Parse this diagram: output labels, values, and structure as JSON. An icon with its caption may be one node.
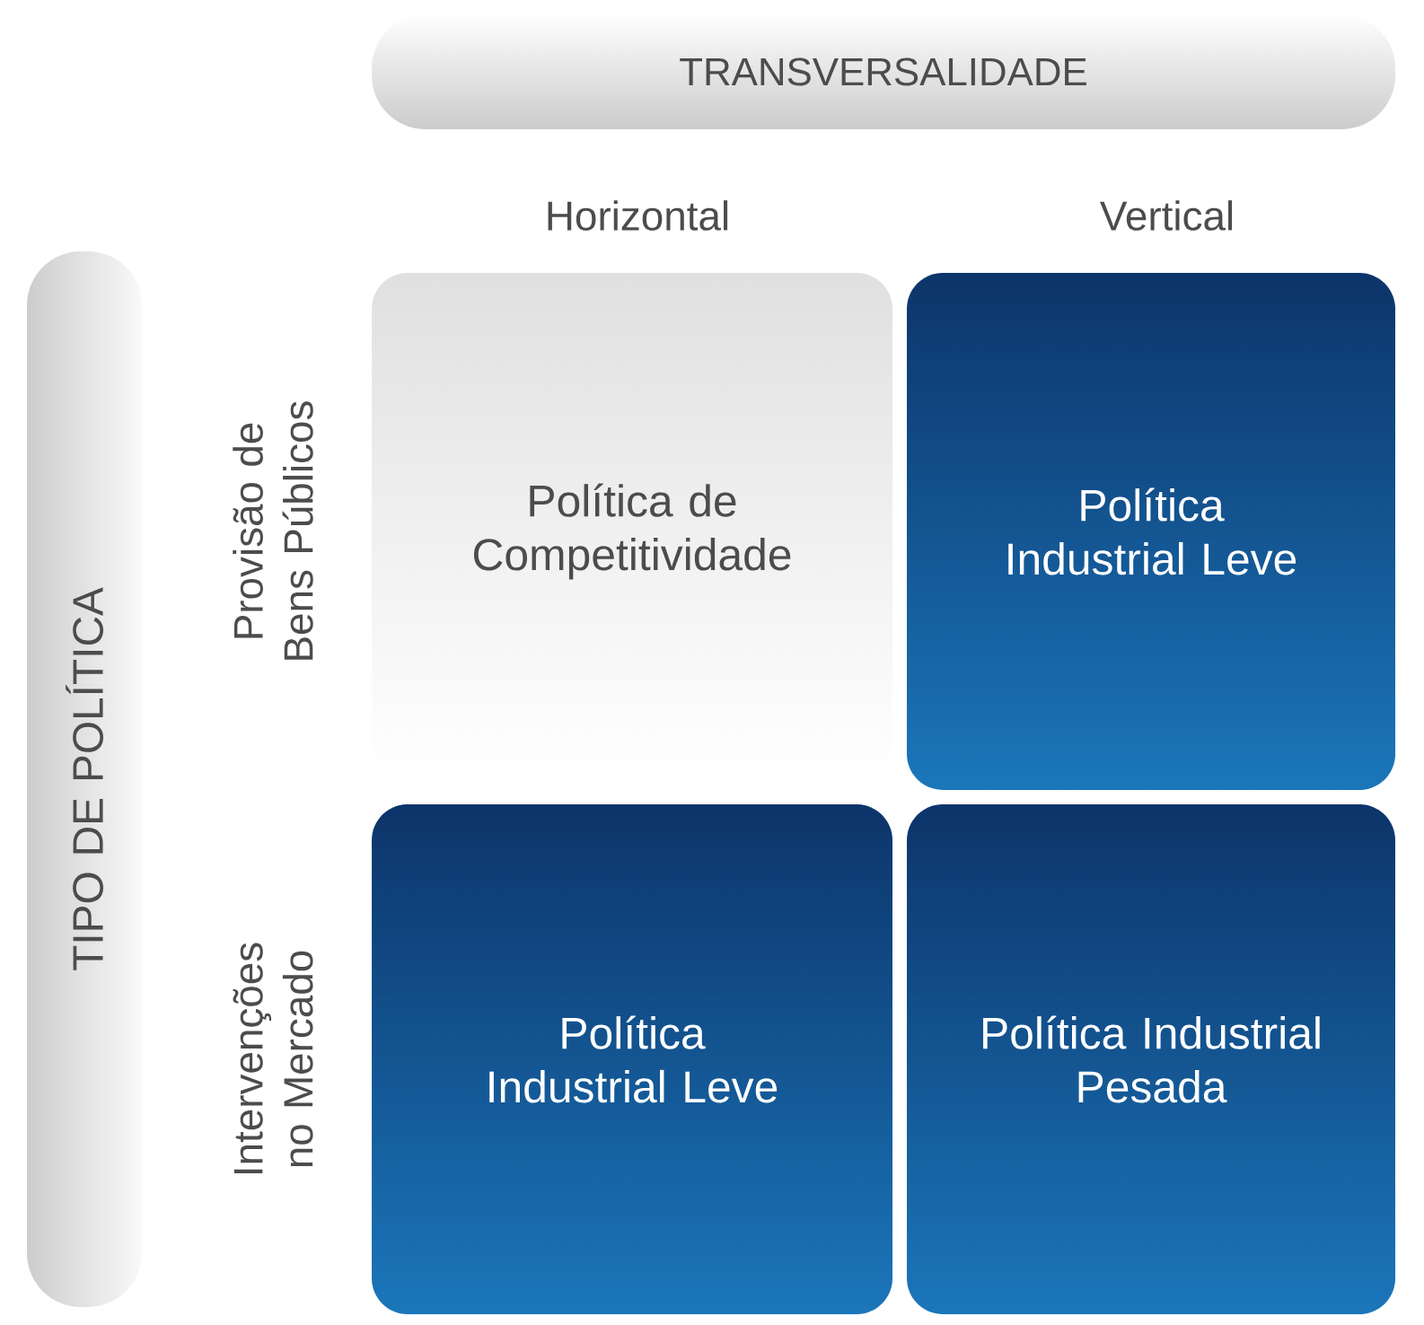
{
  "diagram": {
    "nodes": [
      {
        "text": [
          "TRANSVERSALIDADE"
        ]
      },
      {
        "text": [
          "TIPO DE POLÍTICA"
        ]
      },
      {
        "text": [
          "Política de Competitividade"
        ]
      },
      {
        "text": [
          "Política Industrial Leve"
        ]
      },
      {
        "text": [
          "Política Industrial Leve"
        ]
      },
      {
        "text": [
          "Política Industrial Pesada"
        ]
      }
    ],
    "labels": [
      "Horizontal",
      "Vertical",
      "Provisão de Bens Públicos",
      "Intervenções no Mercado"
    ]
  }
}
